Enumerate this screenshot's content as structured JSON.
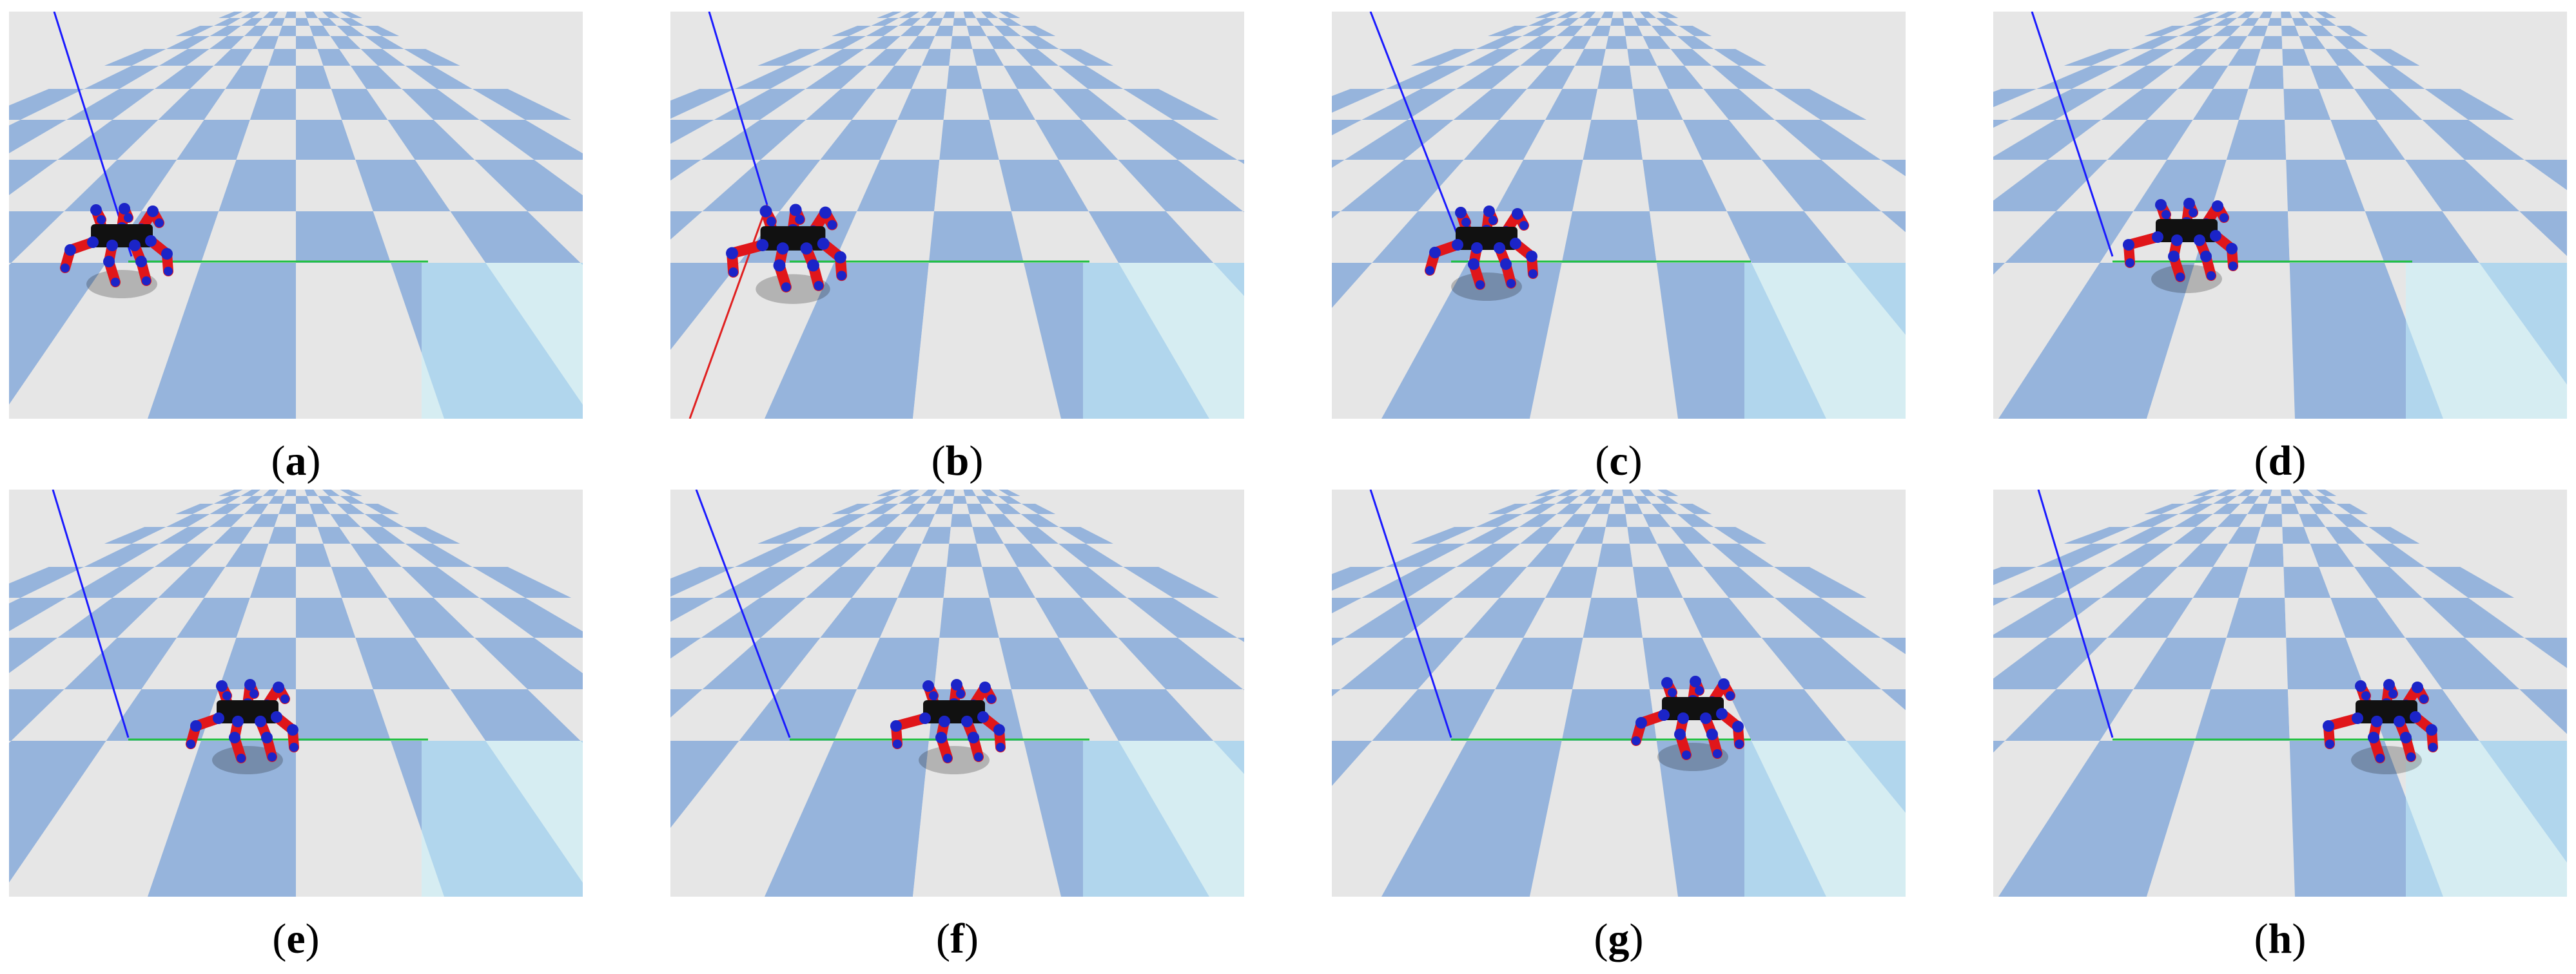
{
  "figure": {
    "panels": [
      {
        "id": "a",
        "label_open": "(",
        "label_letter": "a",
        "label_close": ")"
      },
      {
        "id": "b",
        "label_open": "(",
        "label_letter": "b",
        "label_close": ")"
      },
      {
        "id": "c",
        "label_open": "(",
        "label_letter": "c",
        "label_close": ")"
      },
      {
        "id": "d",
        "label_open": "(",
        "label_letter": "d",
        "label_close": ")"
      },
      {
        "id": "e",
        "label_open": "(",
        "label_letter": "e",
        "label_close": ")"
      },
      {
        "id": "f",
        "label_open": "(",
        "label_letter": "f",
        "label_close": ")"
      },
      {
        "id": "g",
        "label_open": "(",
        "label_letter": "g",
        "label_close": ")"
      },
      {
        "id": "h",
        "label_open": "(",
        "label_letter": "h",
        "label_close": ")"
      }
    ]
  },
  "colors": {
    "sky": "#ffffff",
    "tile_light": "#e6e6e6",
    "tile_blue": "#96b4dc",
    "tile_glow": "#c9f3fb",
    "robot_body": "#111111",
    "leg_red": "#e0161a",
    "leg_blue": "#1b24c8",
    "line_blue": "#1a1aff",
    "line_green": "#20c040",
    "line_red": "#e02020"
  }
}
